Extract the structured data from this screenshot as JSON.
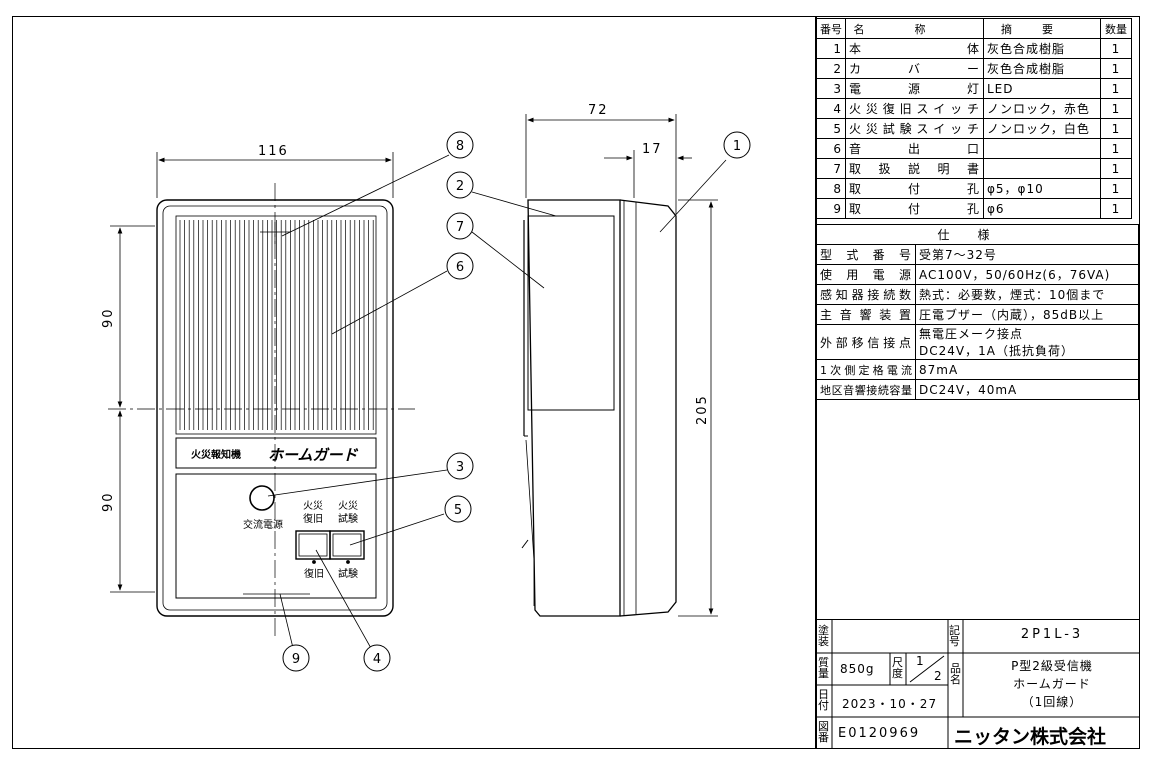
{
  "dimensions": {
    "width_116": "116",
    "depth_72": "72",
    "depth_17": "17",
    "height_205": "205",
    "half_90_top": "90",
    "half_90_bottom": "90"
  },
  "callouts": [
    "1",
    "2",
    "3",
    "4",
    "5",
    "6",
    "7",
    "8",
    "9"
  ],
  "front_labels": {
    "device_label": "火災報知機",
    "brand": "ホームガード",
    "power_lamp": "交流電源",
    "reset_top_1": "火災",
    "reset_top_2": "復旧",
    "test_top_1": "火災",
    "test_top_2": "試験",
    "reset_bottom": "復旧",
    "test_bottom": "試験"
  },
  "parts_table": {
    "headers": [
      "番号",
      "名称",
      "摘要",
      "数量"
    ],
    "rows": [
      {
        "no": "1",
        "name": "本体",
        "desc": "灰色合成樹脂",
        "qty": "1"
      },
      {
        "no": "2",
        "name": "カバー",
        "desc": "灰色合成樹脂",
        "qty": "1"
      },
      {
        "no": "3",
        "name": "電源灯",
        "desc": "LED",
        "qty": "1"
      },
      {
        "no": "4",
        "name": "火災復旧スイッチ",
        "desc": "ノンロック，赤色",
        "qty": "1"
      },
      {
        "no": "5",
        "name": "火災試験スイッチ",
        "desc": "ノンロック，白色",
        "qty": "1"
      },
      {
        "no": "6",
        "name": "音出口",
        "desc": "",
        "qty": "1"
      },
      {
        "no": "7",
        "name": "取扱説明書",
        "desc": "",
        "qty": "1"
      },
      {
        "no": "8",
        "name": "取付孔",
        "desc": "φ5，φ10",
        "qty": "1"
      },
      {
        "no": "9",
        "name": "取付孔",
        "desc": "φ6",
        "qty": "1"
      }
    ]
  },
  "spec_table": {
    "header": "仕様",
    "rows": [
      {
        "key": "型式番号",
        "value": "受第7～32号"
      },
      {
        "key": "使用電源",
        "value": "AC100V，50/60Hz(6，76VA)"
      },
      {
        "key": "感知器接続数",
        "value": "熱式：必要数，煙式：10個まで"
      },
      {
        "key": "主音響装置",
        "value": "圧電ブザー（内蔵），85dB以上"
      },
      {
        "key": "外部移信接点",
        "value": "無電圧メーク接点",
        "value2": "DC24V，1A（抵抗負荷）"
      },
      {
        "key": "1次側定格電流",
        "value": "87mA"
      },
      {
        "key": "地区音響接続容量",
        "value": "DC24V，40mA"
      }
    ]
  },
  "title_block": {
    "paint_label": "塗装",
    "symbol_label": "記号",
    "symbol": "2P1L-3",
    "mass_label": "質量",
    "mass": "850g",
    "scale_label": "尺度",
    "scale_num": "1",
    "scale_den": "2",
    "product_label": "品名",
    "product_1": "P型2級受信機",
    "product_2": "ホームガード",
    "product_3": "（1回線）",
    "date_label": "日付",
    "date": "2023・10・27",
    "drawing_no_label": "図番",
    "drawing_no": "E0120969",
    "company": "ニッタン株式会社"
  }
}
